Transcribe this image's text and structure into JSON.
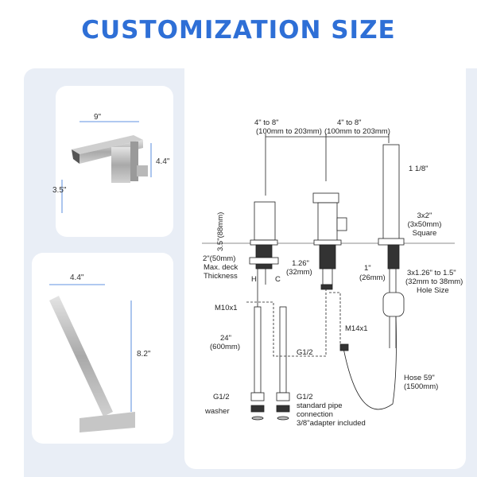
{
  "title": "CUSTOMIZATION SIZE",
  "spout_card": {
    "width": "9\"",
    "height": "4.4\"",
    "depth": "3.5\""
  },
  "handshower_card": {
    "width": "4.4\"",
    "height": "8.2\""
  },
  "diagram": {
    "spacing_1": "4\" to 8\"",
    "spacing_1_mm": "(100mm to 203mm)",
    "spacing_2": "4\" to 8\"",
    "spacing_2_mm": "(100mm to 203mm)",
    "handle_width": "1 1/8\"",
    "valve_height": "3.5\"(88mm)",
    "base": "3x2\"",
    "base_mm": "(3x50mm)",
    "base_shape": "Square",
    "deck_1": "2\"(50mm)",
    "deck_2": "Max. deck",
    "deck_3": "Thickness",
    "shank": "1.26\"",
    "shank_mm": "(32mm)",
    "nut": "1\"",
    "nut_mm": "(26mm)",
    "hole_1": "3x1.26\" to 1.5\"",
    "hole_2": "(32mm to 38mm)",
    "hole_3": "Hole Size",
    "m10": "M10x1",
    "hose_len": "24\"",
    "hose_len_mm": "(600mm)",
    "g12_left": "G1/2",
    "g12_mid": "G1/2",
    "m14": "M14x1",
    "hose_59": "Hose 59\"",
    "hose_59_mm": "(1500mm)",
    "g12_right": "G1/2",
    "pipe_1": "standard pipe",
    "pipe_2": "connection",
    "pipe_3": "3/8\"adapter included",
    "washer": "washer",
    "hot": "H",
    "cold": "C"
  }
}
